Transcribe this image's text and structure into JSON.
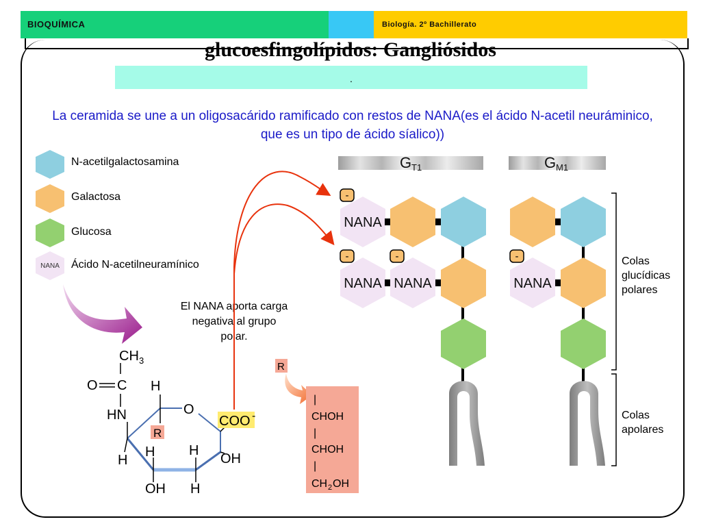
{
  "header": {
    "left_label": "BIOQUÍMICA",
    "right_label": "Biología. 2º Bachillerato"
  },
  "title": "glucoesfingolípidos: Gangliósidos",
  "subtitle_box": ".",
  "intro": "La ceramida se une a un oligosacárido ramificado con restos de NANA(es el ácido N-acetil neuráminico, que es un tipo de ácido síalico))",
  "legend": [
    {
      "label": "N-acetilgalactosamina",
      "color": "#8ecfe0"
    },
    {
      "label": "Galactosa",
      "color": "#f7c071"
    },
    {
      "label": "Glucosa",
      "color": "#93d070"
    },
    {
      "label": "Ácido N-acetilneuramínico",
      "color": "#f2e4f4",
      "glyph": "NANA"
    }
  ],
  "note": "El NANA aporta carga negativa al grupo polar.",
  "gangliosides": [
    {
      "name": "G",
      "sub": "T1"
    },
    {
      "name": "G",
      "sub": "M1"
    }
  ],
  "nana_label": "NANA",
  "charge": "-",
  "side_labels": {
    "polar": "Colas glucídicas polares",
    "apolar": "Colas apolares"
  },
  "molecule": {
    "ch3": "CH",
    "ch3_sub": "3",
    "o_eq": "O",
    "c": "C",
    "h": "H",
    "hn": "HN",
    "o_ring": "O",
    "coo": "COO",
    "coo_sup": "-",
    "r": "R",
    "oh": "OH"
  },
  "r_chain": {
    "label": "R",
    "bond": "|",
    "choh1": "CHOH",
    "choh2": "CHOH",
    "ch2oh": "CH",
    "ch2oh_sub": "2",
    "ch2oh_end": "OH"
  }
}
